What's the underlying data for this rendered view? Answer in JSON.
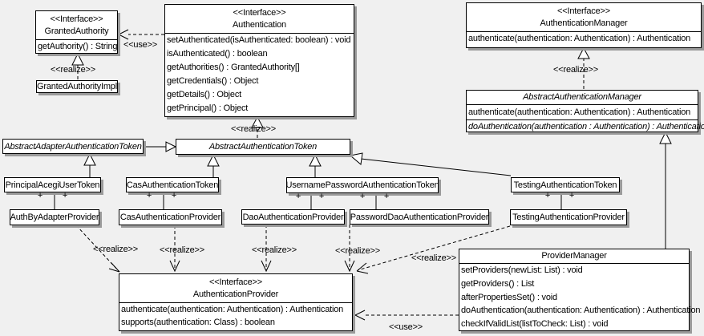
{
  "labels": {
    "realize": "&lt;&lt;realize&gt;&gt;",
    "use": "&lt;&lt;use&gt;&gt;",
    "plus": "+"
  },
  "boxes": {
    "granted_authority": {
      "stereotype": "<<Interface>>",
      "name": "GrantedAuthority",
      "methods": [
        "getAuthority() : String"
      ]
    },
    "granted_authority_impl": {
      "name": "GrantedAuthorityImpl"
    },
    "authentication": {
      "stereotype": "<<Interface>>",
      "name": "Authentication",
      "methods": [
        "setAuthenticated(isAuthenticated: boolean) : void",
        "isAuthenticated() : boolean",
        "getAuthorities() : GrantedAuthority[]",
        "getCredentials() : Object",
        "getDetails() : Object",
        "getPrincipal() : Object"
      ]
    },
    "authentication_manager": {
      "stereotype": "<<Interface>>",
      "name": "AuthenticationManager",
      "methods": [
        "authenticate(authentication: Authentication) : Authentication"
      ]
    },
    "abstract_authentication_manager": {
      "name": "AbstractAuthenticationManager",
      "abstract": true,
      "methods": [
        "authenticate(authentication: Authentication) : Authentication",
        "doAuthentication(authentication : Authentication) : Authentication"
      ]
    },
    "abstract_adapter_authentication_token": {
      "name": "AbstractAdapterAuthenticationToken",
      "abstract": true
    },
    "abstract_authentication_token": {
      "name": "AbstractAuthenticationToken",
      "abstract": true
    },
    "principal_acegi_user_token": {
      "name": "PrincipalAcegiUserToken"
    },
    "cas_authentication_token": {
      "name": "CasAuthenticationToken"
    },
    "username_password_authentication_token": {
      "name": "UsernamePasswordAuthenticationToken"
    },
    "testing_authentication_token": {
      "name": "TestingAuthenticationToken"
    },
    "auth_by_adapter_provider": {
      "name": "AuthByAdapterProvider"
    },
    "cas_authentication_provider": {
      "name": "CasAuthenticationProvider"
    },
    "dao_authentication_provider": {
      "name": "DaoAuthenticationProvider"
    },
    "password_dao_authentication_provider": {
      "name": "PasswordDaoAuthenticationProvider"
    },
    "testing_authentication_provider": {
      "name": "TestingAuthenticationProvider"
    },
    "authentication_provider": {
      "stereotype": "<<Interface>>",
      "name": "AuthenticationProvider",
      "methods": [
        "authenticate(authentication: Authentication) : Authentication",
        "supports(authentication: Class) : boolean"
      ]
    },
    "provider_manager": {
      "name": "ProviderManager",
      "methods": [
        "setProviders(newList: List) : void",
        "getProviders() : List",
        "afterPropertiesSet() : void",
        "doAuthentication(authentication: Authentication) : Authentication",
        "checkIfValidList(listToCheck: List) : void"
      ]
    }
  },
  "relationships": [
    {
      "from": "GrantedAuthorityImpl",
      "to": "GrantedAuthority",
      "type": "realize"
    },
    {
      "from": "Authentication",
      "to": "GrantedAuthority",
      "type": "use"
    },
    {
      "from": "AbstractAuthenticationToken",
      "to": "Authentication",
      "type": "realize"
    },
    {
      "from": "AbstractAuthenticationManager",
      "to": "AuthenticationManager",
      "type": "realize"
    },
    {
      "from": "AbstractAdapterAuthenticationToken",
      "to": "AbstractAuthenticationToken",
      "type": "generalization"
    },
    {
      "from": "PrincipalAcegiUserToken",
      "to": "AbstractAdapterAuthenticationToken",
      "type": "generalization"
    },
    {
      "from": "CasAuthenticationToken",
      "to": "AbstractAuthenticationToken",
      "type": "generalization"
    },
    {
      "from": "UsernamePasswordAuthenticationToken",
      "to": "AbstractAuthenticationToken",
      "type": "generalization"
    },
    {
      "from": "TestingAuthenticationToken",
      "to": "AbstractAuthenticationToken",
      "type": "generalization"
    },
    {
      "from": "ProviderManager",
      "to": "AbstractAuthenticationManager",
      "type": "generalization"
    },
    {
      "from": "PrincipalAcegiUserToken",
      "to": "AuthByAdapterProvider",
      "type": "association",
      "adornment": "+ +"
    },
    {
      "from": "CasAuthenticationToken",
      "to": "CasAuthenticationProvider",
      "type": "association",
      "adornment": "+ +"
    },
    {
      "from": "UsernamePasswordAuthenticationToken",
      "to": "DaoAuthenticationProvider",
      "type": "association",
      "adornment": "+ +"
    },
    {
      "from": "UsernamePasswordAuthenticationToken",
      "to": "PasswordDaoAuthenticationProvider",
      "type": "association",
      "adornment": "+ +"
    },
    {
      "from": "TestingAuthenticationToken",
      "to": "TestingAuthenticationProvider",
      "type": "association",
      "adornment": "+ +"
    },
    {
      "from": "AuthByAdapterProvider",
      "to": "AuthenticationProvider",
      "type": "realize"
    },
    {
      "from": "CasAuthenticationProvider",
      "to": "AuthenticationProvider",
      "type": "realize"
    },
    {
      "from": "DaoAuthenticationProvider",
      "to": "AuthenticationProvider",
      "type": "realize"
    },
    {
      "from": "PasswordDaoAuthenticationProvider",
      "to": "AuthenticationProvider",
      "type": "realize"
    },
    {
      "from": "TestingAuthenticationProvider",
      "to": "AuthenticationProvider",
      "type": "realize"
    },
    {
      "from": "ProviderManager",
      "to": "AuthenticationProvider",
      "type": "use"
    }
  ]
}
